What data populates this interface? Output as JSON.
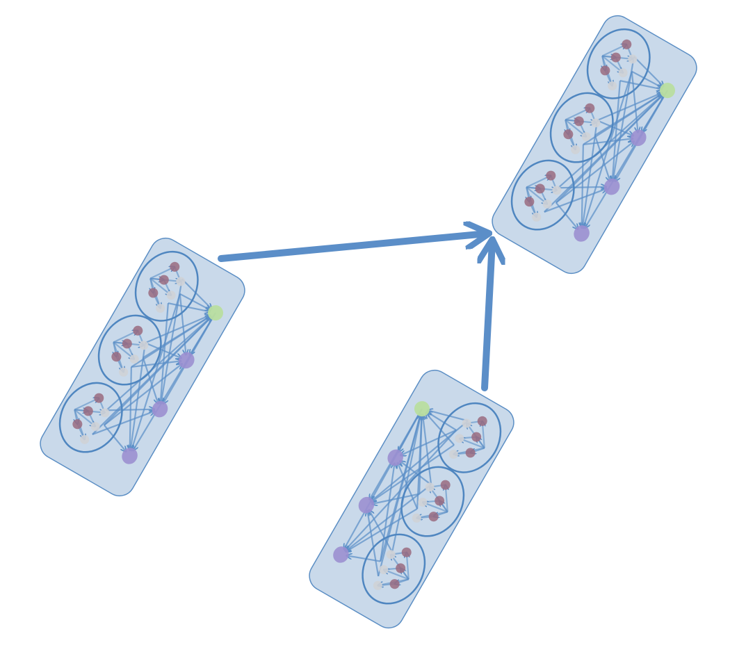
{
  "colors": {
    "panel_fill": "#c9d9ea",
    "panel_border": "#5b8ec4",
    "cluster_ring": "#4f86c0",
    "edge": "#5b8fc7",
    "node_red": "#9a6b80",
    "node_gray": "#cfd2d6",
    "node_purple": "#9b8fd0",
    "node_green": "#b9dea0",
    "arrow": "#5b8ec8"
  },
  "panels": [
    {
      "id": "left",
      "rotate_deg": 30,
      "clusters": 3,
      "green_nodes": 1,
      "purple_nodes": 3,
      "cluster_side": "left"
    },
    {
      "id": "bottom",
      "rotate_deg": 30,
      "clusters": 3,
      "green_nodes": 1,
      "purple_nodes": 3,
      "cluster_side": "right"
    },
    {
      "id": "top-right",
      "rotate_deg": 30,
      "clusters": 3,
      "green_nodes": 1,
      "purple_nodes": 3,
      "cluster_side": "left"
    }
  ],
  "connections": [
    {
      "from": "left",
      "to": "top-right"
    },
    {
      "from": "bottom",
      "to": "top-right"
    }
  ]
}
